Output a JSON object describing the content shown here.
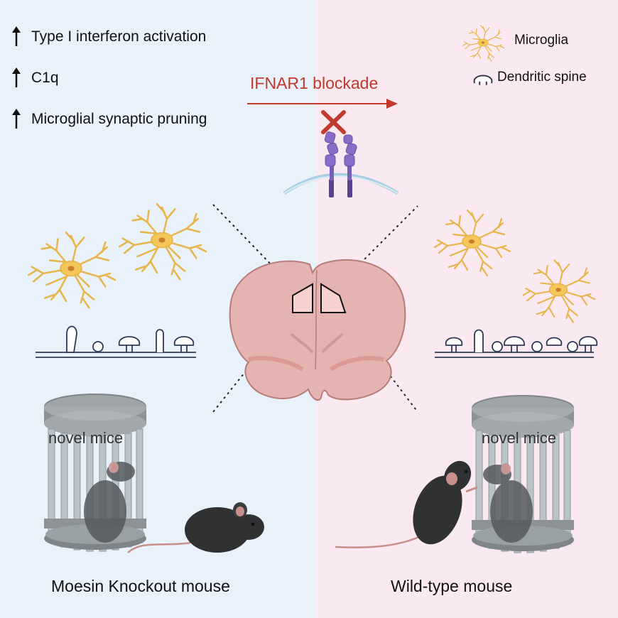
{
  "upregulated_items": [
    {
      "label": "Type I interferon activation"
    },
    {
      "label": "C1q"
    },
    {
      "label": "Microglial synaptic pruning"
    }
  ],
  "legend": {
    "microglia_label": "Microglia",
    "spine_label": "Dendritic spine"
  },
  "blockade_label": "IFNAR1 blockade",
  "cage_label_left": "novel mice",
  "cage_label_right": "novel mice",
  "left_caption": "Moesin Knockout mouse",
  "right_caption": "Wild-type mouse",
  "colors": {
    "left_background": "#e9f1fb",
    "right_background": "#fbe9f1",
    "accent_red": "#c0392b",
    "microglia_branch": "#e8b54a",
    "microglia_body": "#f5c75a",
    "receptor_purple": "#6a4fa3",
    "brain_fill": "#e5b3b0",
    "cage_gray": "#8c9296",
    "mouse_dark": "#333333"
  },
  "icons": [
    "up-arrow-icon",
    "microglia-icon",
    "dendritic-spine-icon",
    "x-mark-icon",
    "receptor-icon",
    "brain-section-icon",
    "cage-icon",
    "mouse-icon"
  ]
}
